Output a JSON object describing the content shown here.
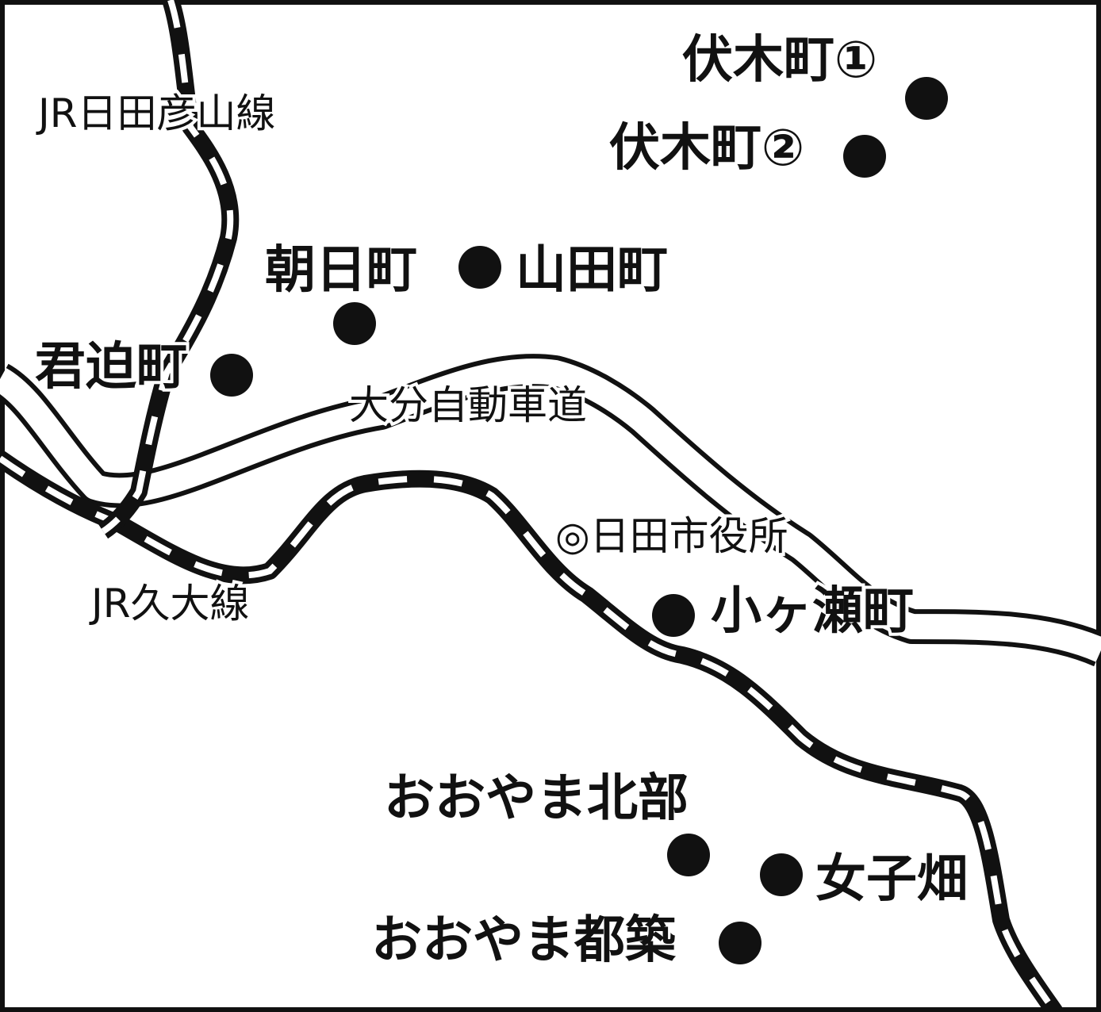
{
  "colors": {
    "ink": "#111111",
    "paper": "#ffffff",
    "track_dash": "#ffffff"
  },
  "routes": {
    "jr_hitahikosan": "JR日田彦山線",
    "jr_kyudai": "JR久大線",
    "oita_expressway": "大分自動車道"
  },
  "landmark": {
    "icon": "double-circle-icon",
    "city_hall": "◎日田市役所"
  },
  "places": {
    "fushikimachi_1": "伏木町①",
    "fushikimachi_2": "伏木町②",
    "asahimachi": "朝日町",
    "yamadamachi": "山田町",
    "kimisakomachi": "君迫町",
    "ogasemachi": "小ヶ瀬町",
    "oyama_hokubu": "おおやま北部",
    "onagobatake": "女子畑",
    "oyama_tsukuba": "おおやま都築"
  }
}
